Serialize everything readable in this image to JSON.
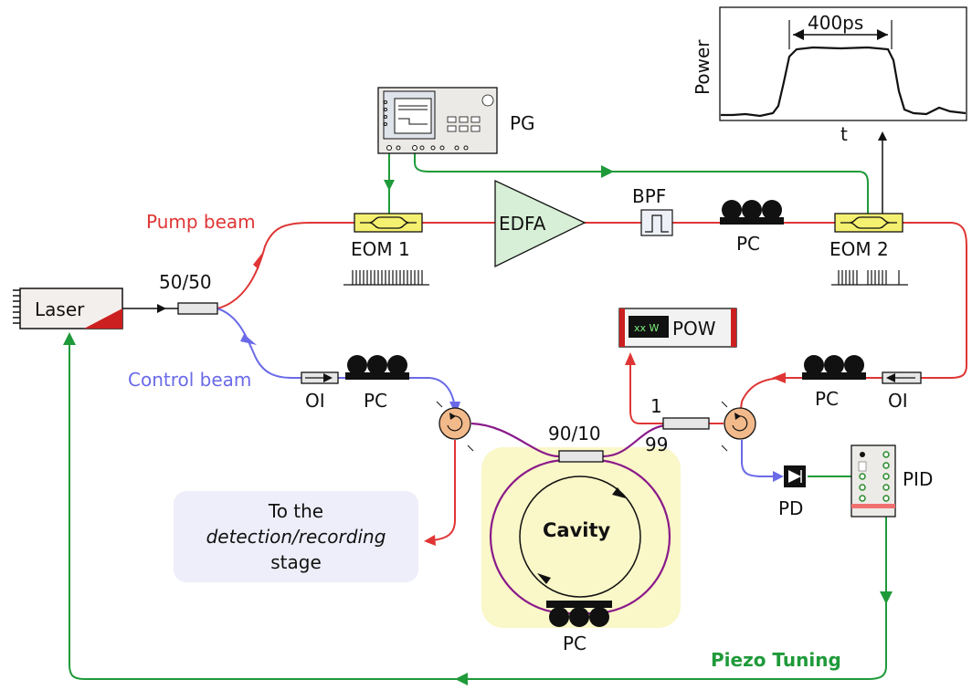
{
  "labels": {
    "laser": "Laser",
    "splitter_50_50": "50/50",
    "pump_beam": "Pump beam",
    "control_beam": "Control beam",
    "eom1": "EOM 1",
    "eom2": "EOM 2",
    "edfa": "EDFA",
    "bpf": "BPF",
    "pg": "PG",
    "pc_top": "PC",
    "pc_control": "PC",
    "pc_right": "PC",
    "pc_cavity": "PC",
    "oi_left": "OI",
    "oi_right": "OI",
    "coupler_90_10": "90/10",
    "cavity": "Cavity",
    "pow": "POW",
    "pow_screen": "xx W",
    "tap_1": "1",
    "tap_99": "99",
    "pd": "PD",
    "pid": "PID",
    "piezo_tuning": "Piezo Tuning"
  },
  "note": {
    "line1": "To the",
    "line2": "detection/recording",
    "line3": "stage"
  },
  "inset": {
    "ylabel": "Power",
    "xlabel": "t",
    "width_annotation": "400ps"
  },
  "colors": {
    "pump": "#e03535",
    "control": "#6a6ae8",
    "feedback": "#1f9a3a",
    "cavity_fiber": "#8a1a8a",
    "cavity_bg": "#faf7c8",
    "note_bg": "#eeeefa",
    "eom_fill": "#f4f070",
    "edfa_fill": "#d6efd6",
    "circulator": "#f2b98a"
  }
}
